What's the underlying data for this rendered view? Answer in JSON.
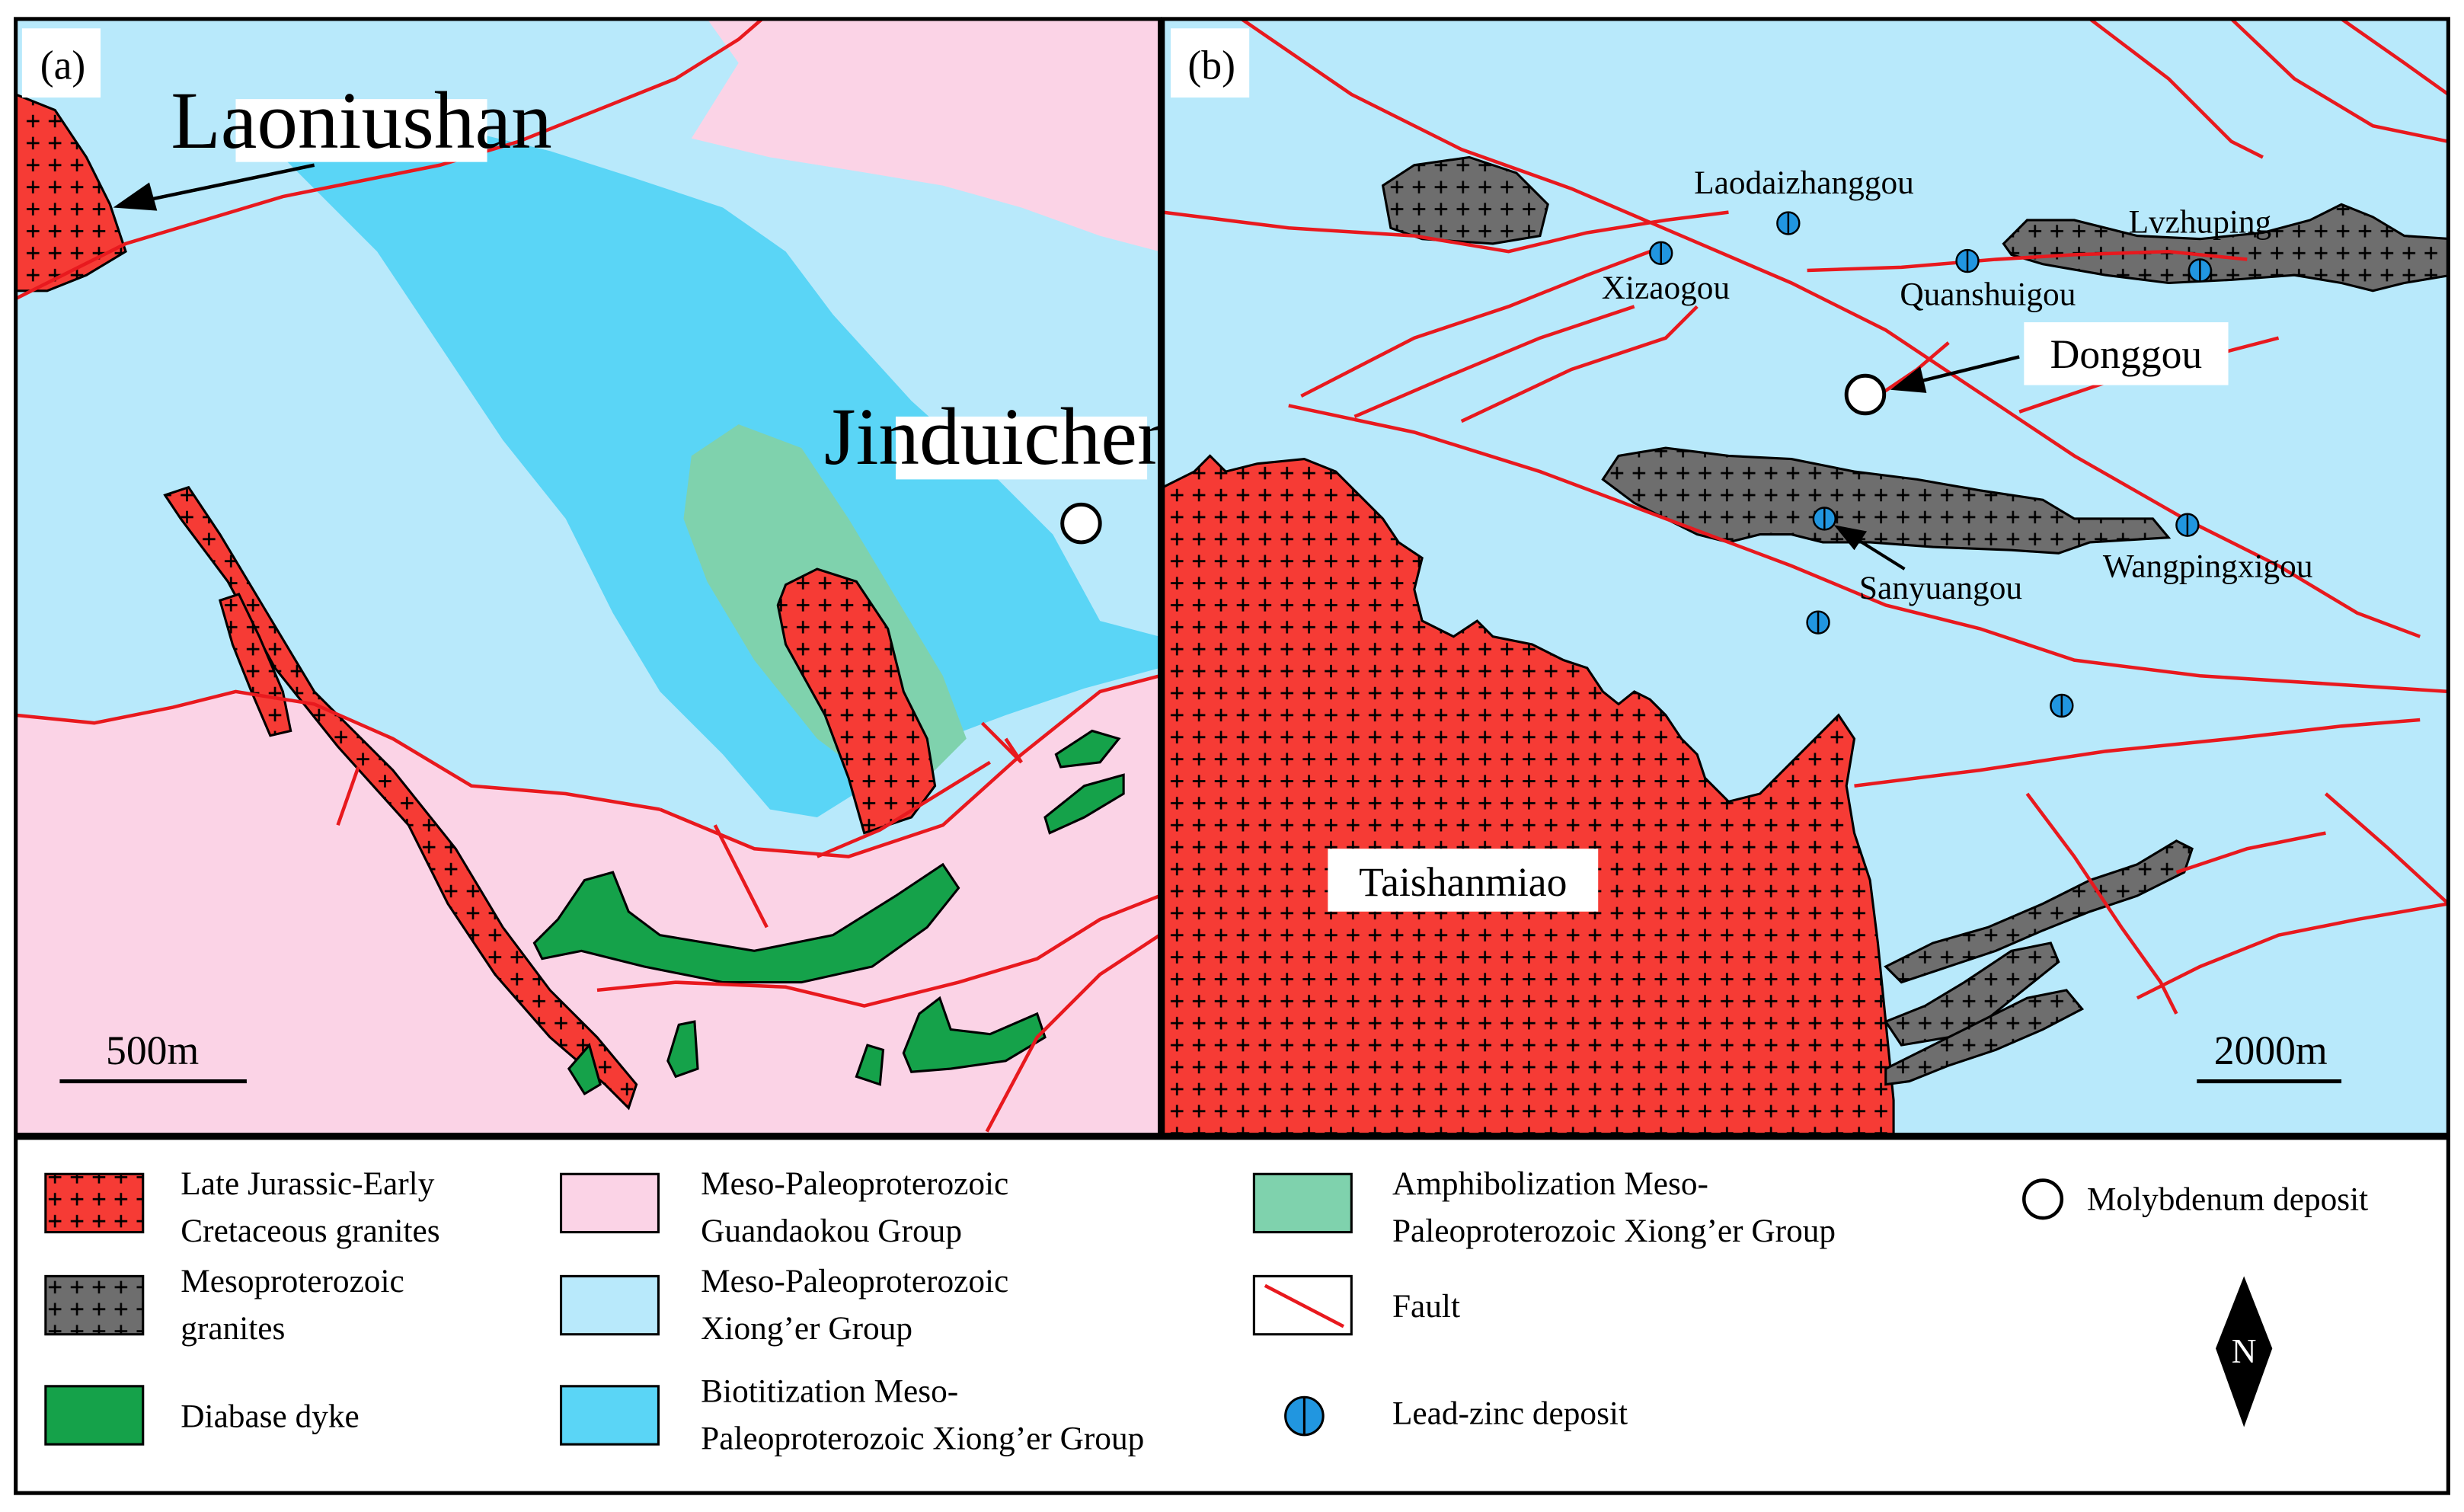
{
  "panels": {
    "a": {
      "tag": "(a)",
      "places": {
        "laoniushan": "Laoniushan",
        "jinduicheng": "Jinduicheng"
      },
      "scale": "500m"
    },
    "b": {
      "tag": "(b)",
      "places": {
        "laodaizhanggou": "Laodaizhanggou",
        "lvzhuping": "Lvzhuping",
        "xizaogou": "Xizaogou",
        "quanshuigou": "Quanshuigou",
        "donggou": "Donggou",
        "sanyuangou": "Sanyuangou",
        "wangpingxigou": "Wangpingxigou",
        "taishanmiao": "Taishanmiao"
      },
      "scale": "2000m"
    }
  },
  "legend": {
    "jurassic_granite": [
      "Late Jurassic-Early",
      "Cretaceous granites"
    ],
    "meso_granite": [
      "Mesoproterozoic",
      "granites"
    ],
    "diabase": [
      "Diabase dyke"
    ],
    "guandaokou": [
      "Meso-Paleoproterozoic",
      "Guandaokou Group"
    ],
    "xionger": [
      "Meso-Paleoproterozoic",
      "Xiong’er Group"
    ],
    "biotitization": [
      "Biotitization Meso-",
      "Paleoproterozoic Xiong’er Group"
    ],
    "amphibolization": [
      "Amphibolization Meso-",
      "Paleoproterozoic Xiong’er Group"
    ],
    "fault": [
      "Fault"
    ],
    "pbzn": [
      "Lead-zinc deposit"
    ],
    "mo": [
      "Molybdenum deposit"
    ]
  },
  "north_arrow": "N",
  "colors": {
    "xionger": "#b8e9fb",
    "guandaokou": "#fbd3e6",
    "biotitization": "#5ad5f6",
    "amphibolization": "#7fd2ad",
    "jurassic_granite": "#f63b35",
    "meso_granite": "#6e6e6e",
    "diabase": "#15a24a",
    "fault": "#e8191e",
    "pbzn": "#2196e0"
  }
}
